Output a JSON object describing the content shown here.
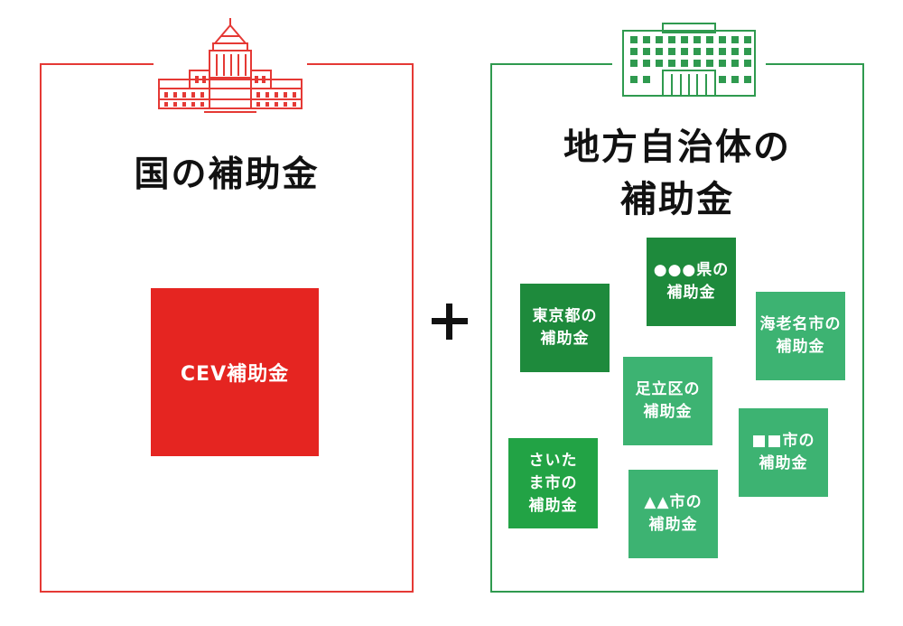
{
  "national": {
    "title": "国の補助金",
    "subsidy": "CEV補助金",
    "color": "#e52521"
  },
  "local": {
    "title": "地方自治体の\n補助金",
    "color": "#2f9a4f",
    "boxes": [
      {
        "label": "東京都の\n補助金",
        "color": "#1e8a3c"
      },
      {
        "label": "●●●県の\n補助金",
        "color": "#1e8a3c"
      },
      {
        "label": "海老名市の\n補助金",
        "color": "#3db372"
      },
      {
        "label": "足立区の\n補助金",
        "color": "#3db372"
      },
      {
        "label": "■■市の\n補助金",
        "color": "#3db372"
      },
      {
        "label": "さいた\nま市の\n補助金",
        "color": "#22a345"
      },
      {
        "label": "▲▲市の\n補助金",
        "color": "#3db372"
      }
    ]
  },
  "icons": {
    "national": "national-diet-building-icon",
    "local": "government-office-building-icon",
    "plus": "plus-icon"
  }
}
